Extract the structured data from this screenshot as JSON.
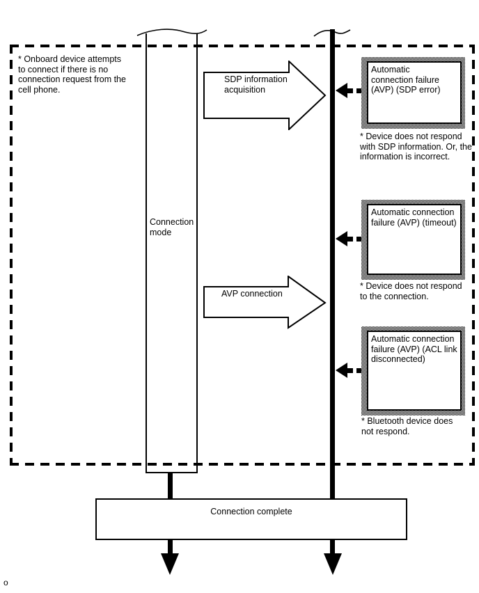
{
  "diagram": {
    "onboard_note": "* Onboard device attempts\nto connect if there is no\nconnection request from the\ncell phone.",
    "connection_mode_label": "Connection\nmode",
    "request_arrows": [
      {
        "label": "SDP information\nacquisition"
      },
      {
        "label": "AVP connection"
      }
    ],
    "failure_events": [
      {
        "label": "Automatic\nconnection failure\n(AVP) (SDP error)",
        "note": "* Device does not respond\nwith SDP information. Or, the\ninformation is incorrect."
      },
      {
        "label": "Automatic connection\nfailure (AVP) (timeout)",
        "note": "* Device does not respond\nto the connection."
      },
      {
        "label": "Automatic connection\nfailure (AVP) (ACL link\ndisconnected)",
        "note": "* Bluetooth device does\nnot respond."
      }
    ],
    "complete_label": "Connection complete",
    "page_marker": "o",
    "colors": {
      "ink": "#000000",
      "background": "#ffffff"
    }
  }
}
